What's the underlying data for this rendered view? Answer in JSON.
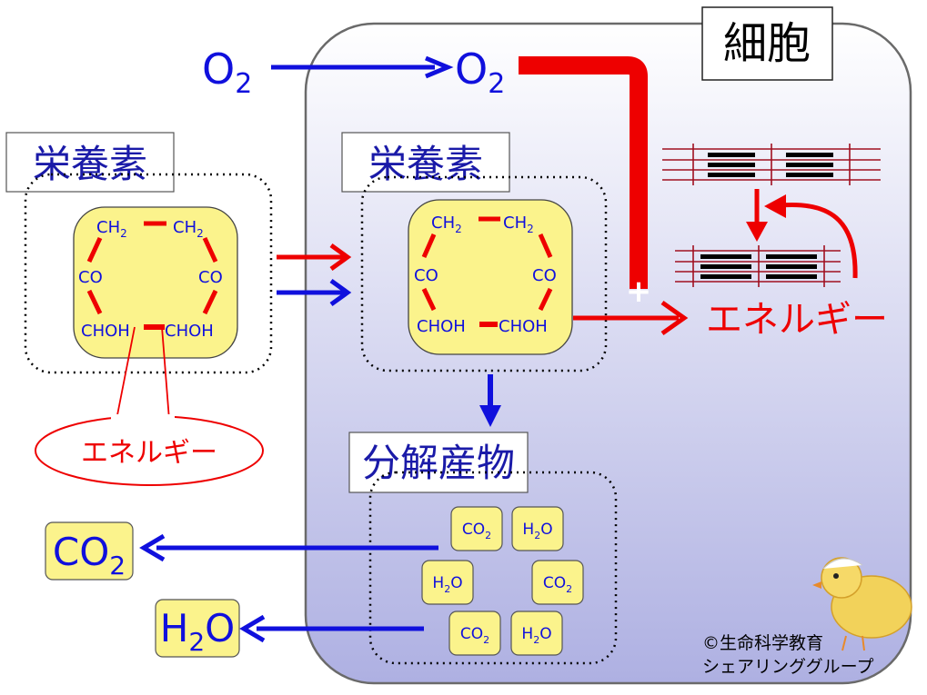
{
  "cell": {
    "title": "細胞",
    "fill_top": "#ffffff",
    "fill_bottom": "#aeb0e2",
    "stroke": "#6a6a6a"
  },
  "oxygen": {
    "outside": {
      "base": "O",
      "sub": "2"
    },
    "inside": {
      "base": "O",
      "sub": "2"
    }
  },
  "nutrient_outside": {
    "label": "栄養素",
    "molecule": {
      "top_left": {
        "base": "CH",
        "sub": "2"
      },
      "top_right": {
        "base": "CH",
        "sub": "2"
      },
      "mid_left": "CO",
      "mid_right": "CO",
      "bottom_left": "CHOH",
      "bottom_right": "CHOH"
    },
    "callout": "エネルギー"
  },
  "nutrient_inside": {
    "label": "栄養素",
    "molecule": {
      "top_left": {
        "base": "CH",
        "sub": "2"
      },
      "top_right": {
        "base": "CH",
        "sub": "2"
      },
      "mid_left": "CO",
      "mid_right": "CO",
      "bottom_left": "CHOH",
      "bottom_right": "CHOH"
    }
  },
  "energy_label": "エネルギー",
  "plus_sign": "+",
  "products": {
    "label": "分解産物",
    "items": [
      {
        "base": "CO",
        "sub": "2"
      },
      {
        "base": "H",
        "sub": "2",
        "tail": "O"
      },
      {
        "base": "H",
        "sub": "2",
        "tail": "O"
      },
      {
        "base": "CO",
        "sub": "2"
      },
      {
        "base": "CO",
        "sub": "2"
      },
      {
        "base": "H",
        "sub": "2",
        "tail": "O"
      }
    ]
  },
  "outputs": {
    "co2": {
      "base": "CO",
      "sub": "2"
    },
    "h2o": {
      "base": "H",
      "sub": "2",
      "tail": "O"
    }
  },
  "copyright": {
    "line1": "©生命科学教育",
    "line2": "シェアリンググループ"
  },
  "colors": {
    "blue": "#1010dd",
    "red": "#ee0000",
    "molecule_fill": "#fbf38c",
    "sarcomere_line": "#a01020"
  },
  "icons": [
    "chick-mascot-icon",
    "muscle-sarcomere-icon"
  ]
}
